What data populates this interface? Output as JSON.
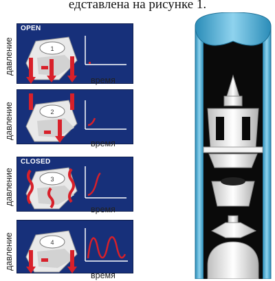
{
  "caption": "едставлена на рисунке 1.",
  "panels": [
    {
      "tag": "OPEN",
      "step": "1",
      "ylabel": "давление",
      "xlabel": "время",
      "pressure_level": "low"
    },
    {
      "tag": "",
      "step": "2",
      "ylabel": "давление",
      "xlabel": "время",
      "pressure_level": "rising"
    },
    {
      "tag": "CLOSED",
      "step": "3",
      "ylabel": "давление",
      "xlabel": "время",
      "pressure_level": "high"
    },
    {
      "tag": "",
      "step": "4",
      "ylabel": "давление",
      "xlabel": "время",
      "pressure_level": "oscillating"
    }
  ],
  "colors": {
    "panel_bg": "#17307a",
    "tube": "#5fb7d9",
    "curve": "#d8202a",
    "valve": "#e9e9e9"
  },
  "illustration": {
    "type": "valve-in-tube-cutaway"
  }
}
